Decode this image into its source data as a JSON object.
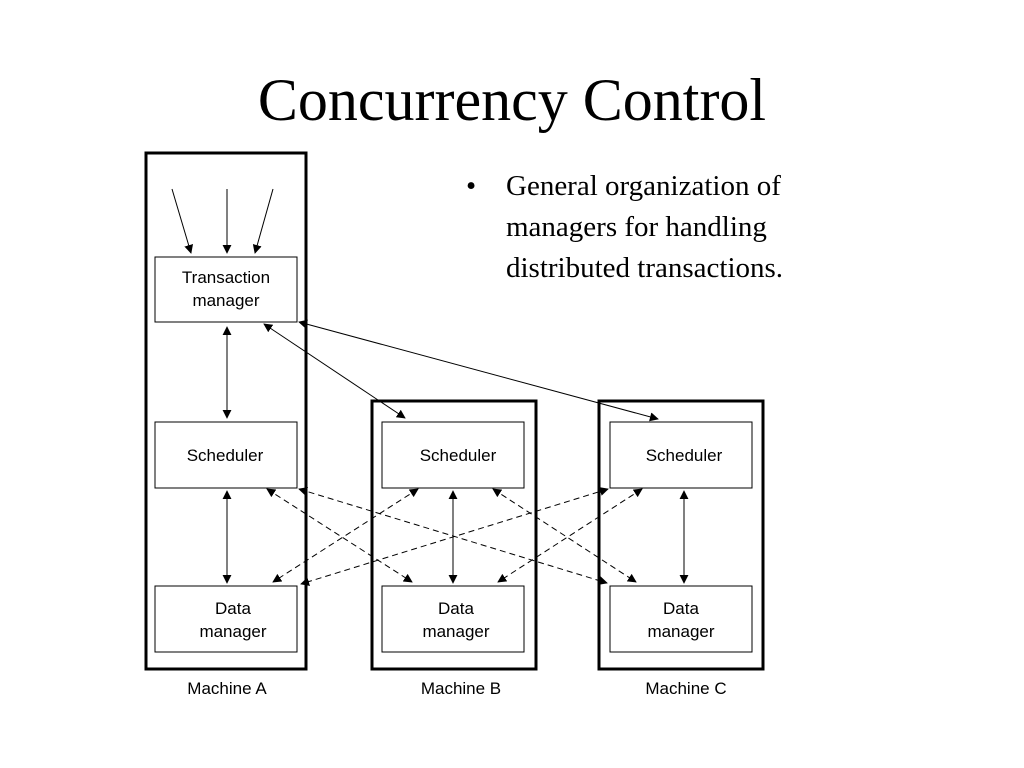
{
  "slide": {
    "title": "Concurrency Control",
    "bullet": [
      "General organization of",
      "managers for handling",
      "distributed transactions."
    ]
  },
  "diagram": {
    "machines": [
      {
        "id": "machine-a",
        "label": "Machine A"
      },
      {
        "id": "machine-b",
        "label": "Machine B"
      },
      {
        "id": "machine-c",
        "label": "Machine C"
      }
    ],
    "transaction_manager": [
      "Transaction",
      "manager"
    ],
    "scheduler_label": "Scheduler",
    "data_manager": [
      "Data",
      "manager"
    ]
  }
}
